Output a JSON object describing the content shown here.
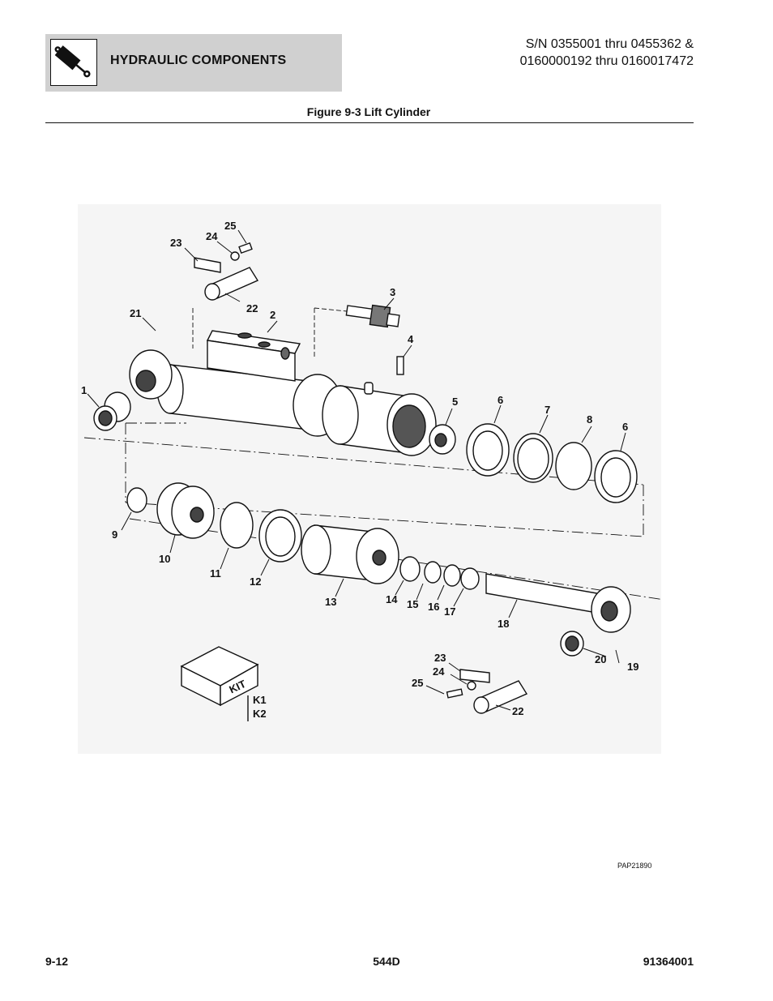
{
  "header": {
    "section_title": "HYDRAULIC COMPONENTS",
    "icon": "hydraulic-cylinder-icon",
    "serial_line1": "S/N 0355001 thru 0455362 &",
    "serial_line2": "0160000192 thru 0160017472"
  },
  "figure": {
    "caption": "Figure 9-3 Lift Cylinder",
    "art_number": "PAP21890",
    "kit_label": "KIT",
    "callouts": {
      "c1": "1",
      "c2": "2",
      "c3": "3",
      "c4": "4",
      "c5": "5",
      "c6a": "6",
      "c6b": "6",
      "c7": "7",
      "c8": "8",
      "c9": "9",
      "c10": "10",
      "c11": "11",
      "c12": "12",
      "c13": "13",
      "c14": "14",
      "c15": "15",
      "c16": "16",
      "c17": "17",
      "c18": "18",
      "c19": "19",
      "c20": "20",
      "c21": "21",
      "c22a": "22",
      "c22b": "22",
      "c23a": "23",
      "c23b": "23",
      "c24a": "24",
      "c24b": "24",
      "c25a": "25",
      "c25b": "25",
      "k1": "K1",
      "k2": "K2"
    }
  },
  "footer": {
    "page_number": "9-12",
    "model": "544D",
    "manual_number": "91364001"
  }
}
